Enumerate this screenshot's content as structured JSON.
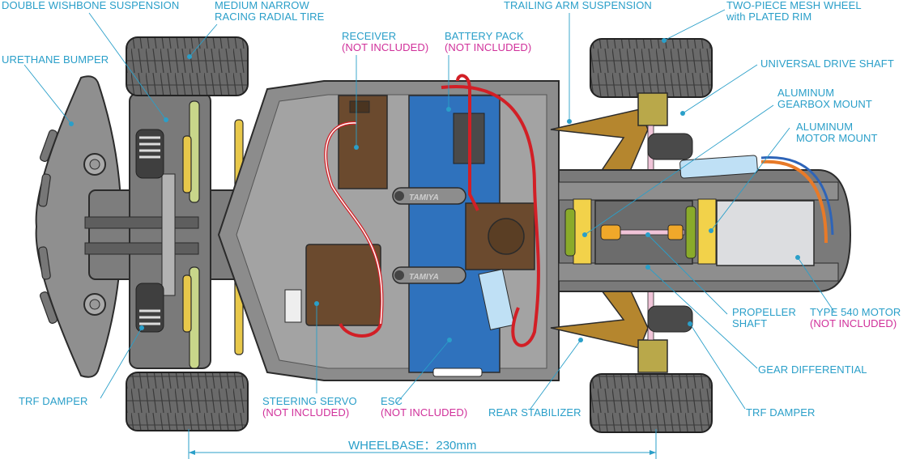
{
  "colors": {
    "label": "#2a9fc9",
    "not_included": "#d0309a",
    "chassis": "#8c8c8c",
    "tire": "#5a5a5a",
    "battery": "#2f72bd",
    "brown_parts": "#6b4a2e",
    "gold_arms": "#b5862e",
    "yellow_parts": "#f2d24a",
    "green_rods": "#c8d68a",
    "motor": "#dcdde0",
    "wire_red": "#d21f26"
  },
  "labels": {
    "double_wishbone": "DOUBLE WISHBONE SUSPENSION",
    "medium_narrow_1": "MEDIUM NARROW",
    "medium_narrow_2": "RACING RADIAL TIRE",
    "urethane_bumper": "URETHANE BUMPER",
    "receiver": "RECEIVER",
    "battery_pack": "BATTERY PACK",
    "not_included": "(NOT INCLUDED)",
    "trailing_arm": "TRAILING ARM SUSPENSION",
    "two_piece_1": "TWO-PIECE MESH WHEEL",
    "two_piece_2": "with PLATED RIM",
    "universal_drive": "UNIVERSAL DRIVE SHAFT",
    "gearbox_mount_1": "ALUMINUM",
    "gearbox_mount_2": "GEARBOX MOUNT",
    "motor_mount_1": "ALUMINUM",
    "motor_mount_2": "MOTOR MOUNT",
    "propeller_1": "PROPELLER",
    "propeller_2": "SHAFT",
    "type540": "TYPE 540 MOTOR",
    "gear_diff": "GEAR DIFFERENTIAL",
    "trf_damper_rear": "TRF DAMPER",
    "trf_damper_front": "TRF DAMPER",
    "steering_servo": "STEERING SERVO",
    "esc": "ESC",
    "rear_stabilizer": "REAR STABILIZER",
    "wheelbase": "WHEELBASE：230mm",
    "tamiya_logo": "TAMIYA"
  }
}
